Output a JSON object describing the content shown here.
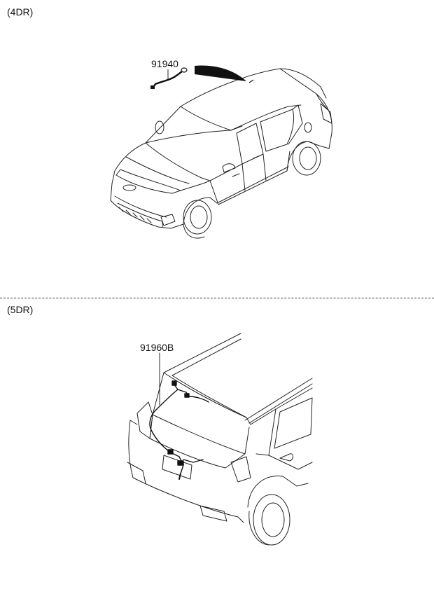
{
  "sections": [
    {
      "label": "(4DR)",
      "parts": [
        {
          "part_number": "91940"
        }
      ]
    },
    {
      "label": "(5DR)",
      "parts": [
        {
          "part_number": "91960B"
        }
      ]
    }
  ]
}
